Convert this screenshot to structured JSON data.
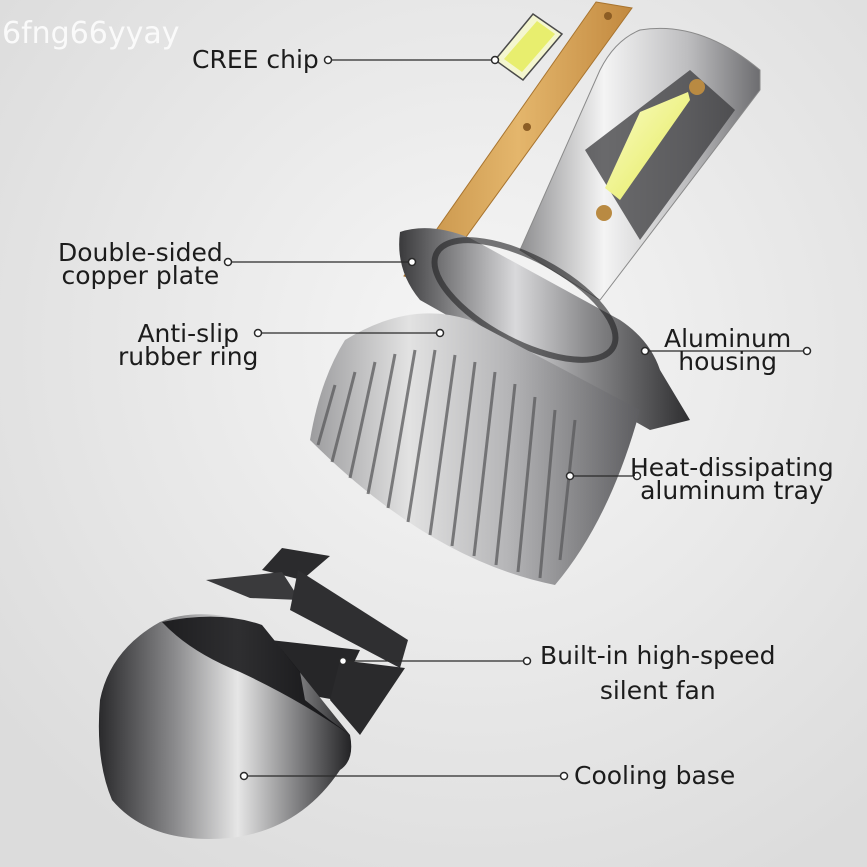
{
  "watermark": "6fng66yyay",
  "labels": {
    "cree_chip": "CREE chip",
    "copper_plate": [
      "Double-sided",
      "copper plate"
    ],
    "rubber_ring": [
      "Anti-slip",
      "rubber ring"
    ],
    "aluminum_housing": [
      "Aluminum",
      "housing"
    ],
    "aluminum_tray": [
      "Heat-dissipating",
      "aluminum tray"
    ],
    "fan": [
      "Built-in high-speed",
      "silent fan"
    ],
    "cooling_base": "Cooling base"
  },
  "colors": {
    "background": "#e9e9e9",
    "copper": "#d9a95e",
    "led_yellow": "#ecf08a",
    "aluminum": "#a9a9ab",
    "dark_metal": "#2b2b2d"
  }
}
